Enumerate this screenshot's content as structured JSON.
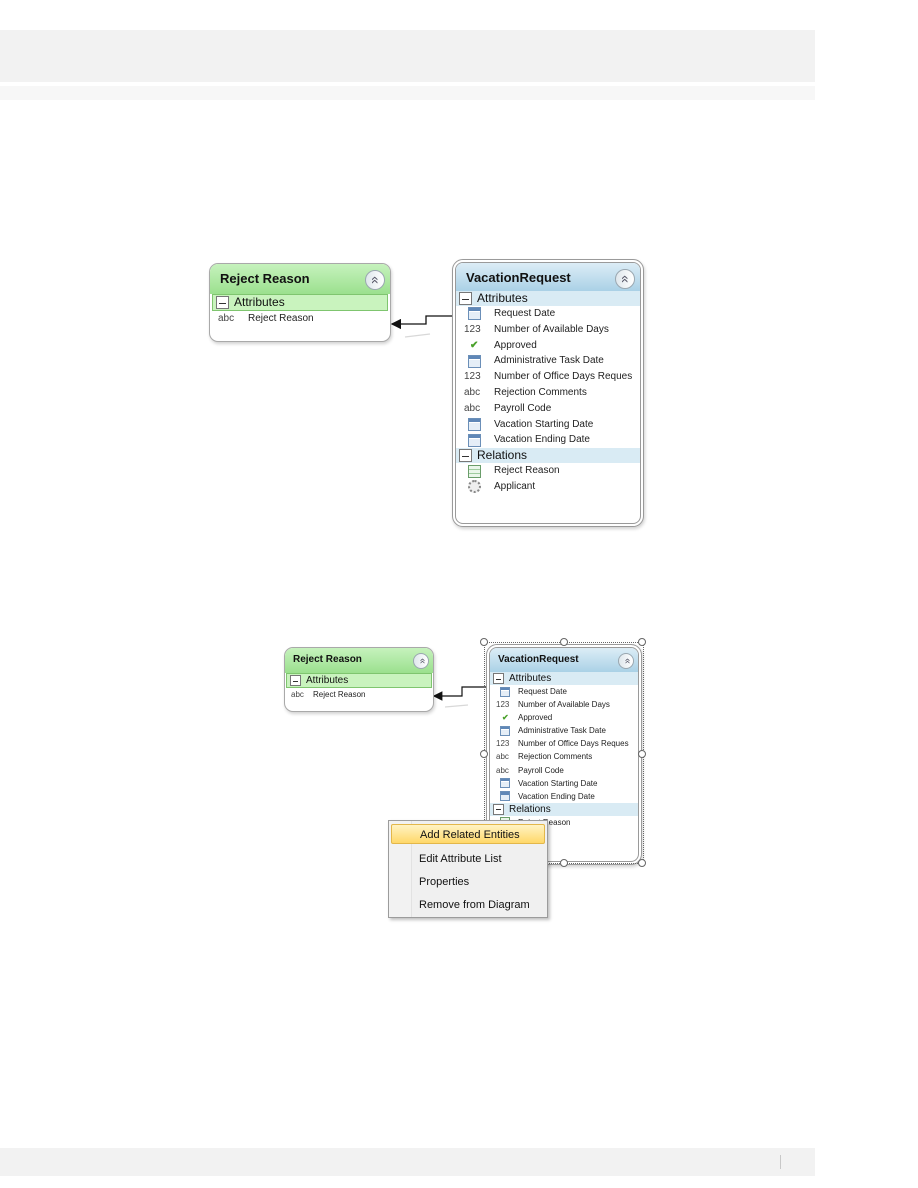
{
  "diagram1": {
    "reject_reason": {
      "title": "Reject Reason",
      "sections": [
        {
          "label": "Attributes",
          "items": [
            {
              "icon": "abc",
              "label": "Reject Reason"
            }
          ]
        }
      ]
    },
    "vacation_request": {
      "title": "VacationRequest",
      "sections": [
        {
          "label": "Attributes",
          "items": [
            {
              "icon": "calendar",
              "label": "Request Date"
            },
            {
              "icon": "123",
              "label": "Number of Available Days"
            },
            {
              "icon": "check",
              "label": "Approved"
            },
            {
              "icon": "calendar",
              "label": "Administrative Task Date"
            },
            {
              "icon": "123",
              "label": "Number of Office Days Reques"
            },
            {
              "icon": "abc",
              "label": "Rejection Comments"
            },
            {
              "icon": "abc",
              "label": "Payroll Code"
            },
            {
              "icon": "calendar",
              "label": "Vacation Starting Date"
            },
            {
              "icon": "calendar",
              "label": "Vacation Ending Date"
            }
          ]
        },
        {
          "label": "Relations",
          "items": [
            {
              "icon": "table",
              "label": "Reject Reason"
            },
            {
              "icon": "gear",
              "label": "Applicant"
            }
          ]
        }
      ]
    }
  },
  "diagram2": {
    "reject_reason": {
      "title": "Reject Reason",
      "sections": [
        {
          "label": "Attributes",
          "items": [
            {
              "icon": "abc",
              "label": "Reject Reason"
            }
          ]
        }
      ]
    },
    "vacation_request": {
      "title": "VacationRequest",
      "sections": [
        {
          "label": "Attributes",
          "items": [
            {
              "icon": "calendar",
              "label": "Request Date"
            },
            {
              "icon": "123",
              "label": "Number of Available Days"
            },
            {
              "icon": "check",
              "label": "Approved"
            },
            {
              "icon": "calendar",
              "label": "Administrative Task Date"
            },
            {
              "icon": "123",
              "label": "Number of Office Days Reques"
            },
            {
              "icon": "abc",
              "label": "Rejection Comments"
            },
            {
              "icon": "abc",
              "label": "Payroll Code"
            },
            {
              "icon": "calendar",
              "label": "Vacation Starting Date"
            },
            {
              "icon": "calendar",
              "label": "Vacation Ending Date"
            }
          ]
        },
        {
          "label": "Relations",
          "items": [
            {
              "icon": "table",
              "label": "Reject Reason"
            },
            {
              "icon": "gear",
              "label": "nt"
            }
          ]
        }
      ]
    },
    "context_menu": [
      {
        "label": "Add Related Entities",
        "highlighted": true
      },
      {
        "label": "Edit Attribute List",
        "highlighted": false
      },
      {
        "label": "Properties",
        "highlighted": false
      },
      {
        "label": "Remove from Diagram",
        "highlighted": false
      }
    ]
  }
}
